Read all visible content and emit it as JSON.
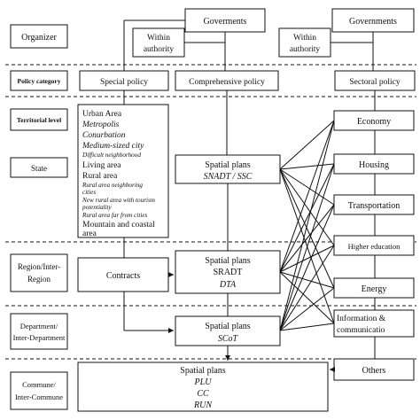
{
  "rows": {
    "organizer": "Organizer",
    "policy_category": "Policy category",
    "territorial_level": "Territorial level",
    "state": "State",
    "region_l1": "Region/Inter-",
    "region_l2": "Region",
    "department_l1": "Department/",
    "department_l2": "Inter-Department",
    "commune_l1": "Commune/",
    "commune_l2": "Inter-Commune"
  },
  "organizers": {
    "governments_left": "Goverments",
    "within_authority_left_l1": "Within",
    "within_authority_left_l2": "authority",
    "within_authority_right_l1": "Within",
    "within_authority_right_l2": "authority",
    "governments_right": "Governments"
  },
  "policy_categories": {
    "special": "Special policy",
    "comprehensive": "Comprehensive policy",
    "sectoral": "Sectoral policy"
  },
  "special_policy_list": [
    {
      "text": "Urban Area",
      "style": "normal"
    },
    {
      "text": "Metropolis",
      "style": "italic"
    },
    {
      "text": "Conurbation",
      "style": "italic"
    },
    {
      "text": "Medium-sized city",
      "style": "italic"
    },
    {
      "text": "Difficult neighborhood",
      "style": "italic-small"
    },
    {
      "text": "Living area",
      "style": "normal"
    },
    {
      "text": "Rural area",
      "style": "normal"
    },
    {
      "text": "Rural area neighboring",
      "style": "italic-small"
    },
    {
      "text": "cities",
      "style": "italic-small"
    },
    {
      "text": "New rural area with tourism",
      "style": "italic-small"
    },
    {
      "text": "potentiality",
      "style": "italic-small"
    },
    {
      "text": "Rural area far from cities",
      "style": "italic-small"
    },
    {
      "text": "Mountain and coastal",
      "style": "normal"
    },
    {
      "text": "area",
      "style": "normal"
    }
  ],
  "contracts": "Contracts",
  "spatial_plans": {
    "state_title": "Spatial plans",
    "state_sub": "SNADT / SSC",
    "region_title_l1": "Spatial plans",
    "region_title_l2": "SRADT",
    "region_sub": "DTA",
    "department_title": "Spatial plans",
    "department_sub": "SCoT",
    "commune_title": "Spatial plans",
    "commune_sub1": "PLU",
    "commune_sub2": "CC",
    "commune_sub3": "RUN"
  },
  "sectors": {
    "economy": "Economy",
    "housing": "Housing",
    "transportation": "Transportation",
    "higher_education": "Higher education",
    "energy": "Energy",
    "information_l1": "Information  &",
    "information_l2": "communicatio",
    "others": "Others"
  }
}
